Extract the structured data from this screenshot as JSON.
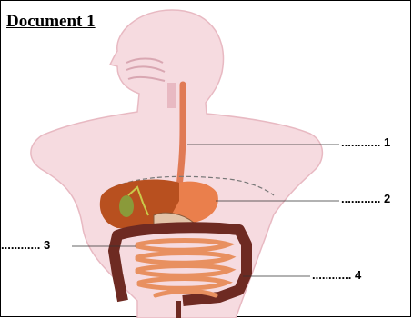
{
  "title": "Document 1",
  "labels": [
    {
      "id": "1",
      "dots": "............",
      "number": "1"
    },
    {
      "id": "2",
      "dots": "............",
      "number": "2"
    },
    {
      "id": "3",
      "dots": "............",
      "number": "3"
    },
    {
      "id": "4",
      "dots": "............",
      "number": "4"
    }
  ],
  "colors": {
    "body": "#f6dbe0",
    "body_outline": "#e8b9c2",
    "esophagus": "#e07a55",
    "stomach": "#ea7f4c",
    "liver": "#b8501f",
    "gallbladder": "#8a9a3a",
    "small_intestine": "#e89060",
    "large_intestine": "#6e2a22"
  }
}
